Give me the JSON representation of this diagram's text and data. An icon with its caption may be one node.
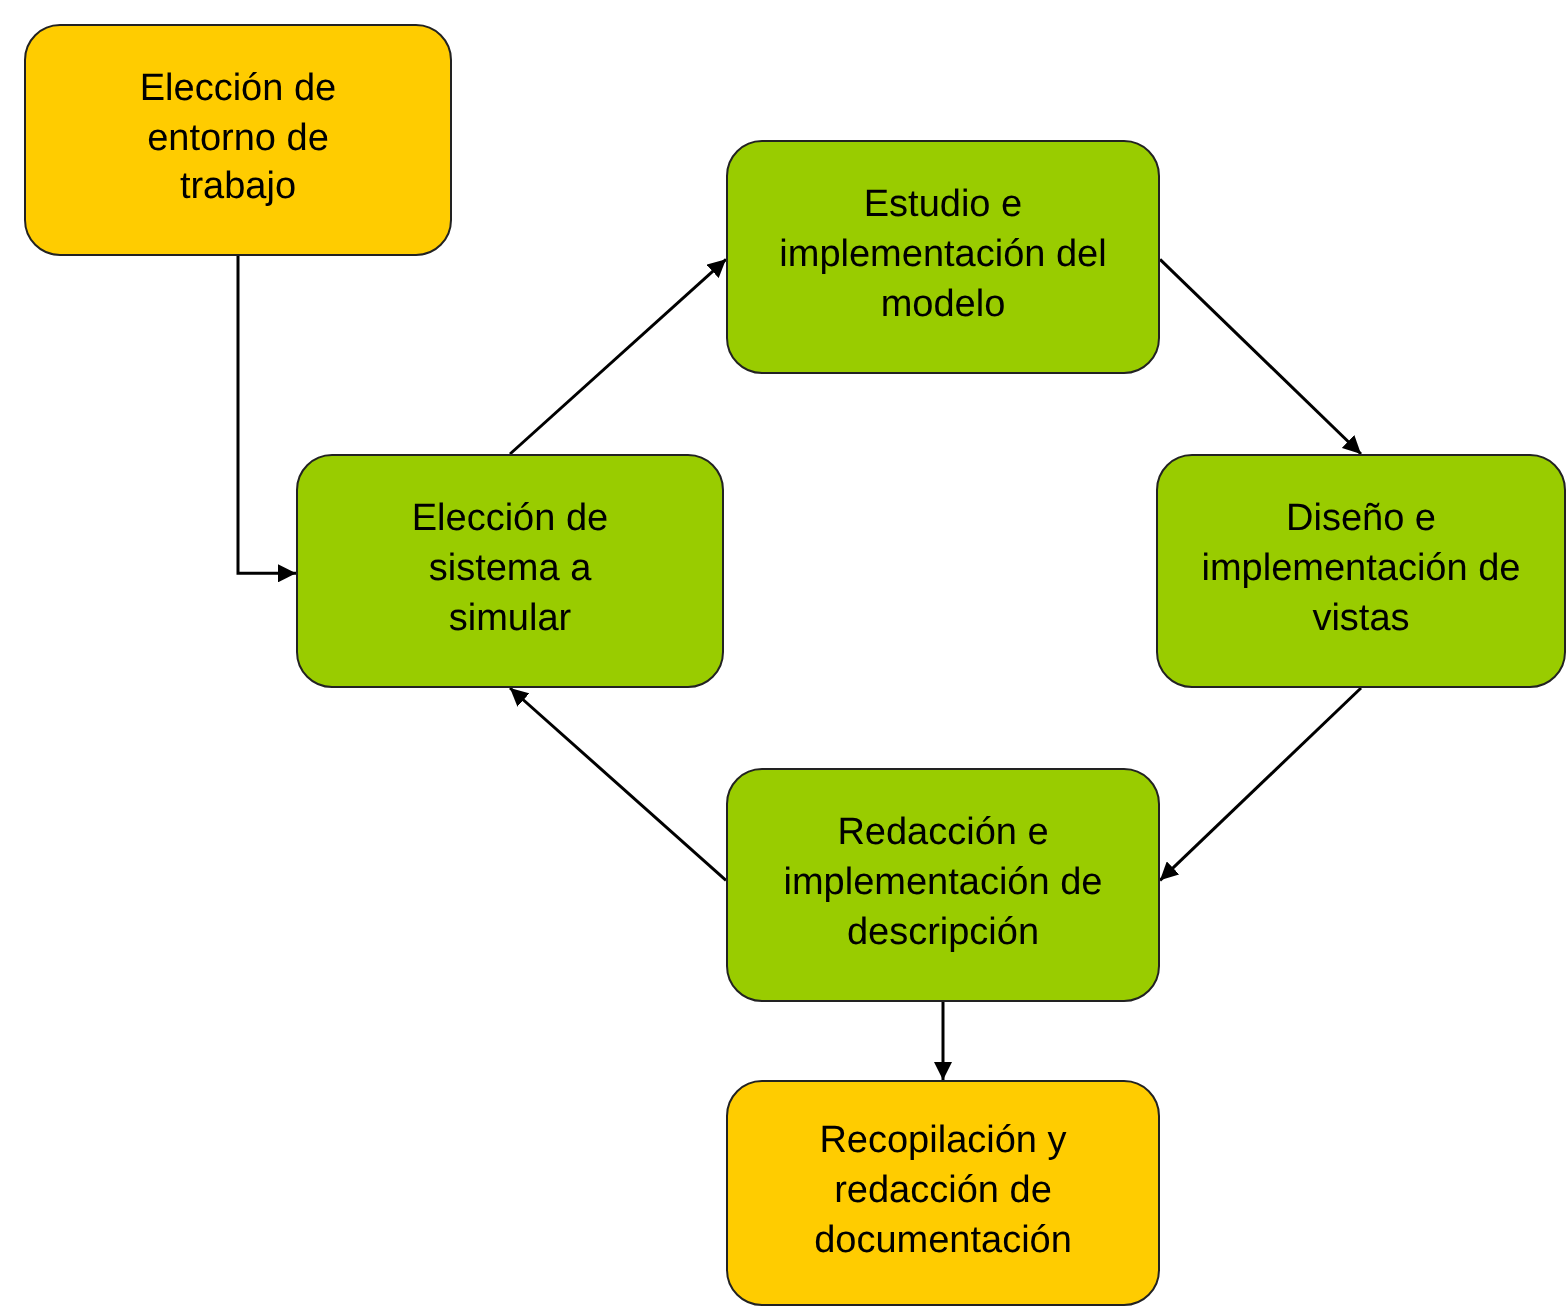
{
  "diagram": {
    "nodes": [
      {
        "text": [
          "Elección de entorno de trabajo"
        ]
      },
      {
        "text": [
          "Estudio e implementación del modelo"
        ]
      },
      {
        "text": [
          "Elección de sistema a simular"
        ]
      },
      {
        "text": [
          "Diseño e implementación de vistas"
        ]
      },
      {
        "text": [
          "Redacción e implementación de descripción"
        ]
      },
      {
        "text": [
          "Recopilación y redacción de documentación"
        ]
      }
    ],
    "edges": [
      {
        "from": 0,
        "to": 2,
        "arrow": "to"
      },
      {
        "from": 2,
        "to": 1,
        "arrow": "to"
      },
      {
        "from": 1,
        "to": 3,
        "arrow": "to"
      },
      {
        "from": 3,
        "to": 4,
        "arrow": "to"
      },
      {
        "from": 4,
        "to": 2,
        "arrow": "to"
      },
      {
        "from": 4,
        "to": 5,
        "arrow": "to"
      }
    ]
  }
}
